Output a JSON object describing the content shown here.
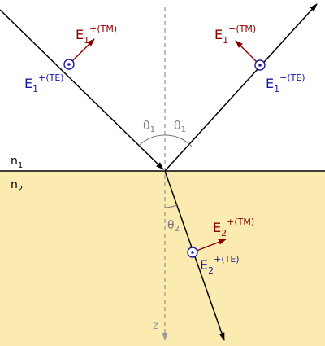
{
  "colors": {
    "medium2": "#FCEBB0",
    "ray": "#000000",
    "normal": "#999999",
    "te": "#1A1AA0",
    "tm": "#8B0000",
    "angle_label": "#777777",
    "text": "#000000"
  },
  "media": {
    "n1": "n",
    "n1_sub": "1",
    "n2": "n",
    "n2_sub": "2"
  },
  "axis": {
    "z_label": "z"
  },
  "angles": {
    "theta1": "θ",
    "theta1_sub": "1",
    "theta2": "θ",
    "theta2_sub": "2"
  },
  "fields": {
    "incident_tm": {
      "base": "E",
      "sub": "1",
      "sup": "+(TM)"
    },
    "incident_te": {
      "base": "E",
      "sub": "1",
      "sup": "+(TE)"
    },
    "reflected_tm": {
      "base": "E",
      "sub": "1",
      "sup": "−(TM)"
    },
    "reflected_te": {
      "base": "E",
      "sub": "1",
      "sup": "−(TE)"
    },
    "transmitted_tm": {
      "base": "E",
      "sub": "2",
      "sup": "+(TM)"
    },
    "transmitted_te": {
      "base": "E",
      "sub": "2",
      "sup": "+(TE)"
    }
  },
  "icons": {
    "te_symbol": "out-of-page-dot",
    "tm_symbol": "arrow"
  }
}
